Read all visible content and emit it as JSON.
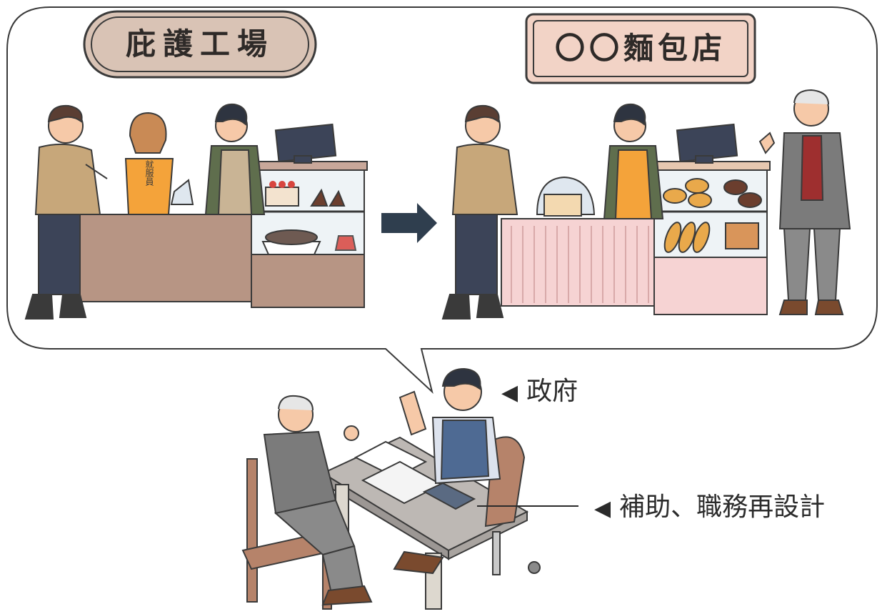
{
  "scene": {
    "left_sign": "庇護工場",
    "right_sign": "〇〇麵包店",
    "vest_text": "就服員"
  },
  "labels": {
    "government": {
      "arrow": "◀",
      "text": "政府"
    },
    "subsidy": {
      "arrow": "◀",
      "text": "補助、職務再設計"
    }
  },
  "colors": {
    "outline": "#3a3a3a",
    "left_sign_fill": "#d9c3b5",
    "right_sign_fill": "#f2d3c6",
    "counter_brown": "#b79584",
    "counter_pink": "#f6d3d3",
    "arrow": "#2f3e4e"
  }
}
